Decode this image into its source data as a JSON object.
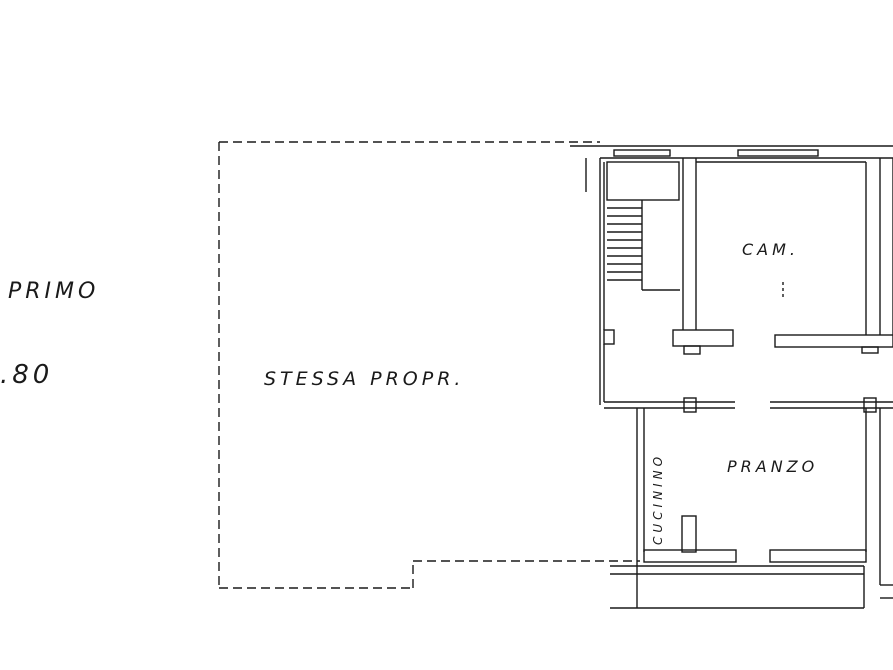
{
  "plan": {
    "floor_label": "PRIMO",
    "height_label": ".80",
    "rooms": {
      "stessa_propr": "STESSA PROPR.",
      "camera": "CAM.",
      "pranzo": "PRANZO",
      "cucinino": "CUCININO"
    }
  },
  "colors": {
    "ink": "#1a1a1a",
    "paper": "#ffffff"
  }
}
